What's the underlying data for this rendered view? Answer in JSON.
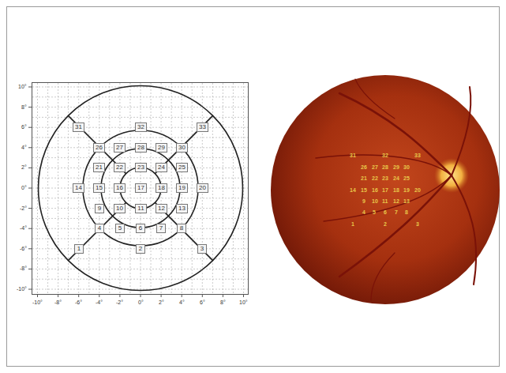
{
  "diagram": {
    "nodes": [
      {
        "text": [
          "31"
        ]
      },
      {
        "text": [
          "32"
        ]
      },
      {
        "text": [
          "33"
        ]
      },
      {
        "text": [
          "26"
        ]
      },
      {
        "text": [
          "27"
        ]
      },
      {
        "text": [
          "28"
        ]
      },
      {
        "text": [
          "29"
        ]
      },
      {
        "text": [
          "30"
        ]
      },
      {
        "text": [
          "21"
        ]
      },
      {
        "text": [
          "22"
        ]
      },
      {
        "text": [
          "23"
        ]
      },
      {
        "text": [
          "24"
        ]
      },
      {
        "text": [
          "25"
        ]
      },
      {
        "text": [
          "14"
        ]
      },
      {
        "text": [
          "15"
        ]
      },
      {
        "text": [
          "16"
        ]
      },
      {
        "text": [
          "17"
        ]
      },
      {
        "text": [
          "18"
        ]
      },
      {
        "text": [
          "19"
        ]
      },
      {
        "text": [
          "20"
        ]
      },
      {
        "text": [
          "9"
        ]
      },
      {
        "text": [
          "10"
        ]
      },
      {
        "text": [
          "11"
        ]
      },
      {
        "text": [
          "12"
        ]
      },
      {
        "text": [
          "13"
        ]
      },
      {
        "text": [
          "4"
        ]
      },
      {
        "text": [
          "5"
        ]
      },
      {
        "text": [
          "6"
        ]
      },
      {
        "text": [
          "7"
        ]
      },
      {
        "text": [
          "8"
        ]
      },
      {
        "text": [
          "1"
        ]
      },
      {
        "text": [
          "2"
        ]
      },
      {
        "text": [
          "3"
        ]
      }
    ],
    "labels": [
      "10°",
      "8°",
      "6°",
      "4°",
      "2°",
      "0°",
      "-2°",
      "-4°",
      "-6°",
      "-8°",
      "-10°",
      "-10°",
      "-8°",
      "-6°",
      "-4°",
      "-2°",
      "0°",
      "2°",
      "4°",
      "6°",
      "8°",
      "10°",
      "31",
      "32",
      "33",
      "26",
      "27",
      "28",
      "29",
      "30",
      "21",
      "22",
      "23",
      "24",
      "25",
      "14",
      "15",
      "16",
      "17",
      "18",
      "19",
      "20",
      "9",
      "10",
      "11",
      "12",
      "13",
      "4",
      "5",
      "6",
      "7",
      "8",
      "1",
      "2",
      "3"
    ]
  }
}
